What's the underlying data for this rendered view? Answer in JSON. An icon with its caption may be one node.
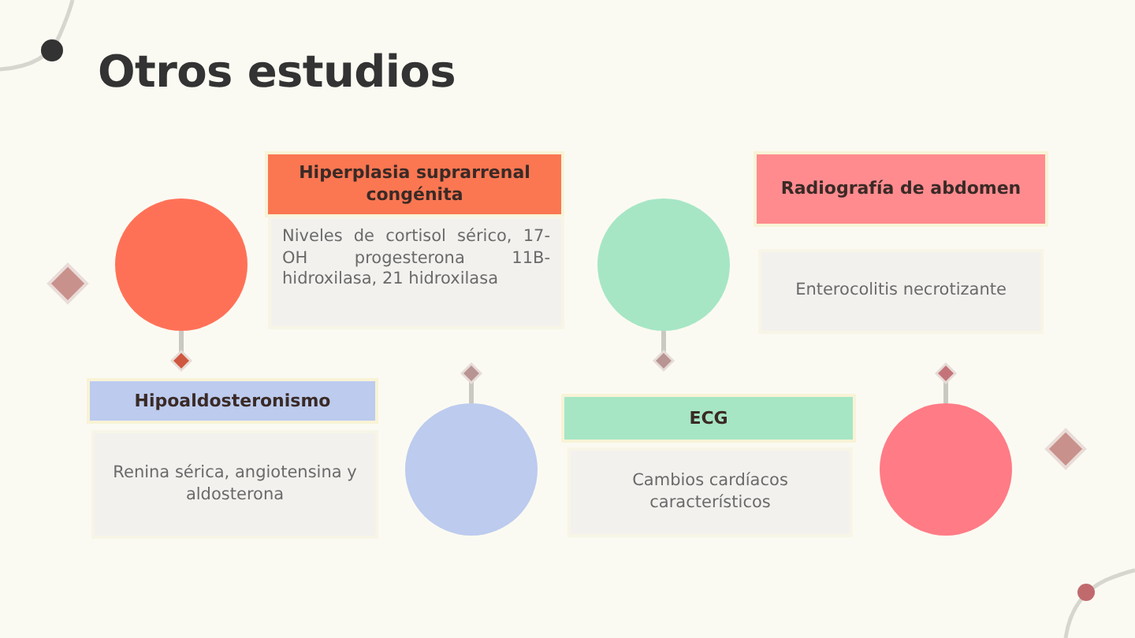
{
  "diagram": {
    "title": "Otros estudios",
    "nodes": [
      {
        "text": [
          "Hiperplasia suprarrenal congénita"
        ]
      },
      {
        "text": [
          "Niveles de cortisol sérico, 17-OH progesterona 11B-hidroxilasa, 21 hidroxilasa"
        ]
      },
      {
        "text": [
          "Radiografía de abdomen"
        ]
      },
      {
        "text": [
          "Enterocolitis necrotizante"
        ]
      },
      {
        "text": [
          "Hipoaldosteronismo"
        ]
      },
      {
        "text": [
          "Renina sérica, angiotensina y aldosterona"
        ]
      },
      {
        "text": [
          "ECG"
        ]
      },
      {
        "text": [
          "Cambios cardíacos característicos"
        ]
      },
      {
        "text": [],
        "shape": "circle"
      },
      {
        "text": [],
        "shape": "circle"
      },
      {
        "text": [],
        "shape": "circle"
      },
      {
        "text": [],
        "shape": "circle"
      }
    ]
  }
}
